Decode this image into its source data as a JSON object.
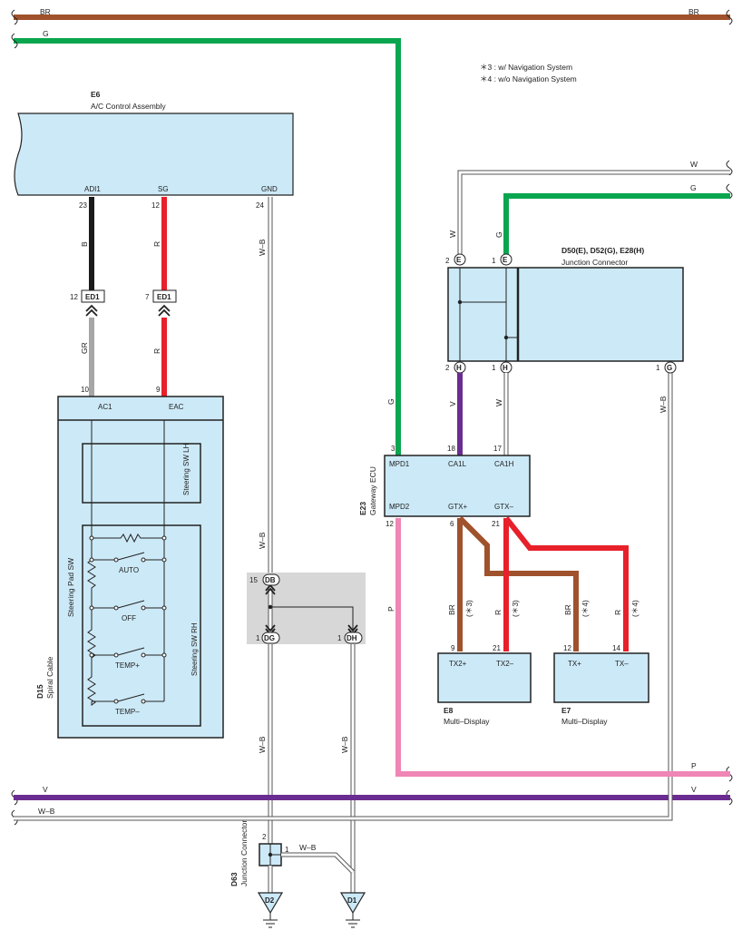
{
  "colors": {
    "BR": "#a0522d",
    "G": "#0aa64f",
    "V": "#6b2c91",
    "P": "#ef86b5",
    "R": "#e8202a",
    "B": "#1a1a1a",
    "GR": "#a6a6a6",
    "W": "#ffffff",
    "component_fill": "#cce9f7",
    "shaded_fill": "#d7d7d7",
    "wire_outline": "#555555"
  },
  "buses": {
    "br_left": "BR",
    "br_right": "BR",
    "g_left": "G",
    "w_top": "W",
    "g_top": "G",
    "p_right": "P",
    "v_left": "V",
    "v_right": "V",
    "wb_left": "W–B"
  },
  "notes": {
    "note3": "＊3 : w/ Navigation System",
    "note4": "＊4 : w/o Navigation System"
  },
  "e6": {
    "code": "E6",
    "name": "A/C Control Assembly",
    "pins": [
      {
        "label": "ADI1",
        "num": "23",
        "wire": "B"
      },
      {
        "label": "SG",
        "num": "12",
        "wire": "R"
      },
      {
        "label": "GND",
        "num": "24",
        "wire": "W–B"
      }
    ]
  },
  "ed1": {
    "left": {
      "num": "12",
      "code": "ED1"
    },
    "right": {
      "num": "7",
      "code": "ED1"
    }
  },
  "d15": {
    "code": "D15",
    "name": "Spiral Cable",
    "pad_name": "Steering Pad SW",
    "lh_name": "Steering SW LH",
    "rh_name": "Steering SW RH",
    "pins": [
      {
        "label": "AC1",
        "num": "10",
        "wire": "GR"
      },
      {
        "label": "EAC",
        "num": "9",
        "wire": "R"
      }
    ],
    "switches": [
      "AUTO",
      "OFF",
      "TEMP+",
      "TEMP–"
    ]
  },
  "db_dg_dh": {
    "wire_top": "W–B",
    "db": {
      "num": "15",
      "code": "DB"
    },
    "dg": {
      "num": "1",
      "code": "DG"
    },
    "dh": {
      "num": "1",
      "code": "DH"
    },
    "wire_dg": "W–B",
    "wire_dh": "W–B"
  },
  "junction": {
    "title": "D50(E), D52(G), E28(H)",
    "name": "Junction Connector",
    "pins_top": [
      {
        "num": "2",
        "code": "E",
        "wire": "W"
      },
      {
        "num": "1",
        "code": "E",
        "wire": "G"
      }
    ],
    "pins_bottom": [
      {
        "num": "2",
        "code": "H",
        "wire": "V"
      },
      {
        "num": "1",
        "code": "H",
        "wire": "W"
      },
      {
        "num": "1",
        "code": "G",
        "wire": "W–B"
      }
    ]
  },
  "e23": {
    "code": "E23",
    "name": "Gateway ECU",
    "labels": {
      "mpd1": "MPD1",
      "ca1l": "CA1L",
      "ca1h": "CA1H",
      "mpd2": "MPD2",
      "gtxp": "GTX+",
      "gtxm": "GTX–"
    },
    "pins": {
      "mpd1": "3",
      "ca1l": "18",
      "ca1h": "17",
      "mpd2": "12",
      "gtxp": "6",
      "gtxm": "21"
    },
    "wire_g": "G",
    "wire_p": "P"
  },
  "e8": {
    "code": "E8",
    "name": "Multi–Display",
    "pins": [
      {
        "label": "TX2+",
        "num": "9",
        "wire": "BR",
        "note": "(＊3)"
      },
      {
        "label": "TX2–",
        "num": "21",
        "wire": "R",
        "note": "(＊3)"
      }
    ]
  },
  "e7": {
    "code": "E7",
    "name": "Multi–Display",
    "pins": [
      {
        "label": "TX+",
        "num": "12",
        "wire": "BR",
        "note": "(＊4)"
      },
      {
        "label": "TX–",
        "num": "14",
        "wire": "R",
        "note": "(＊4)"
      }
    ]
  },
  "d63": {
    "code": "D63",
    "name": "Junction Connector",
    "pin_top": "2",
    "pin_right": "1",
    "wire_right": "W–B"
  },
  "grounds": {
    "d2": "D2",
    "d1": "D1"
  }
}
